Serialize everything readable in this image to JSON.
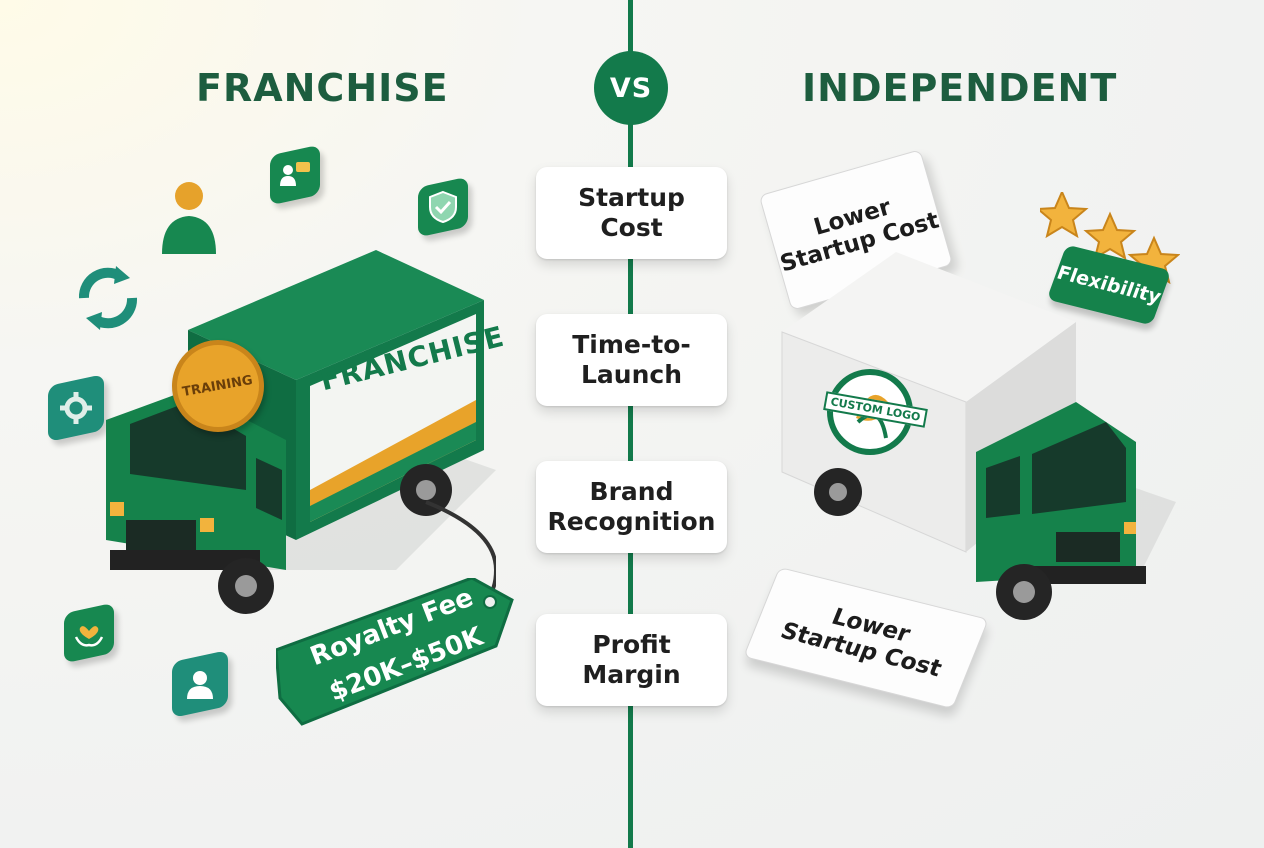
{
  "headings": {
    "left": "FRANCHISE",
    "center": "VS",
    "right": "INDEPENDENT"
  },
  "criteria": [
    "Startup\nCost",
    "Time-to-\nLaunch",
    "Brand\nRecognition",
    "Profit\nMargin"
  ],
  "franchise": {
    "truck_label": "FRANCHISE",
    "seal_label": "TRAINING",
    "price_tag": "Royalty Fee\n$20K–$50K",
    "icons": [
      "person-icon",
      "chat-person-icon",
      "shield-check-icon",
      "sync-icon",
      "gear-icon",
      "heart-hands-icon",
      "user-icon"
    ]
  },
  "independent": {
    "bubble_top": "Lower\nStartup Cost",
    "bubble_bottom": "Lower\nStartup Cost",
    "flex_badge": "Flexibility",
    "logo_text": "CUSTOM LOGO",
    "stars": 3
  },
  "colors": {
    "brand_green": "#137a4b",
    "accent_gold": "#e8a32a",
    "accent_teal": "#1f8e7a"
  }
}
